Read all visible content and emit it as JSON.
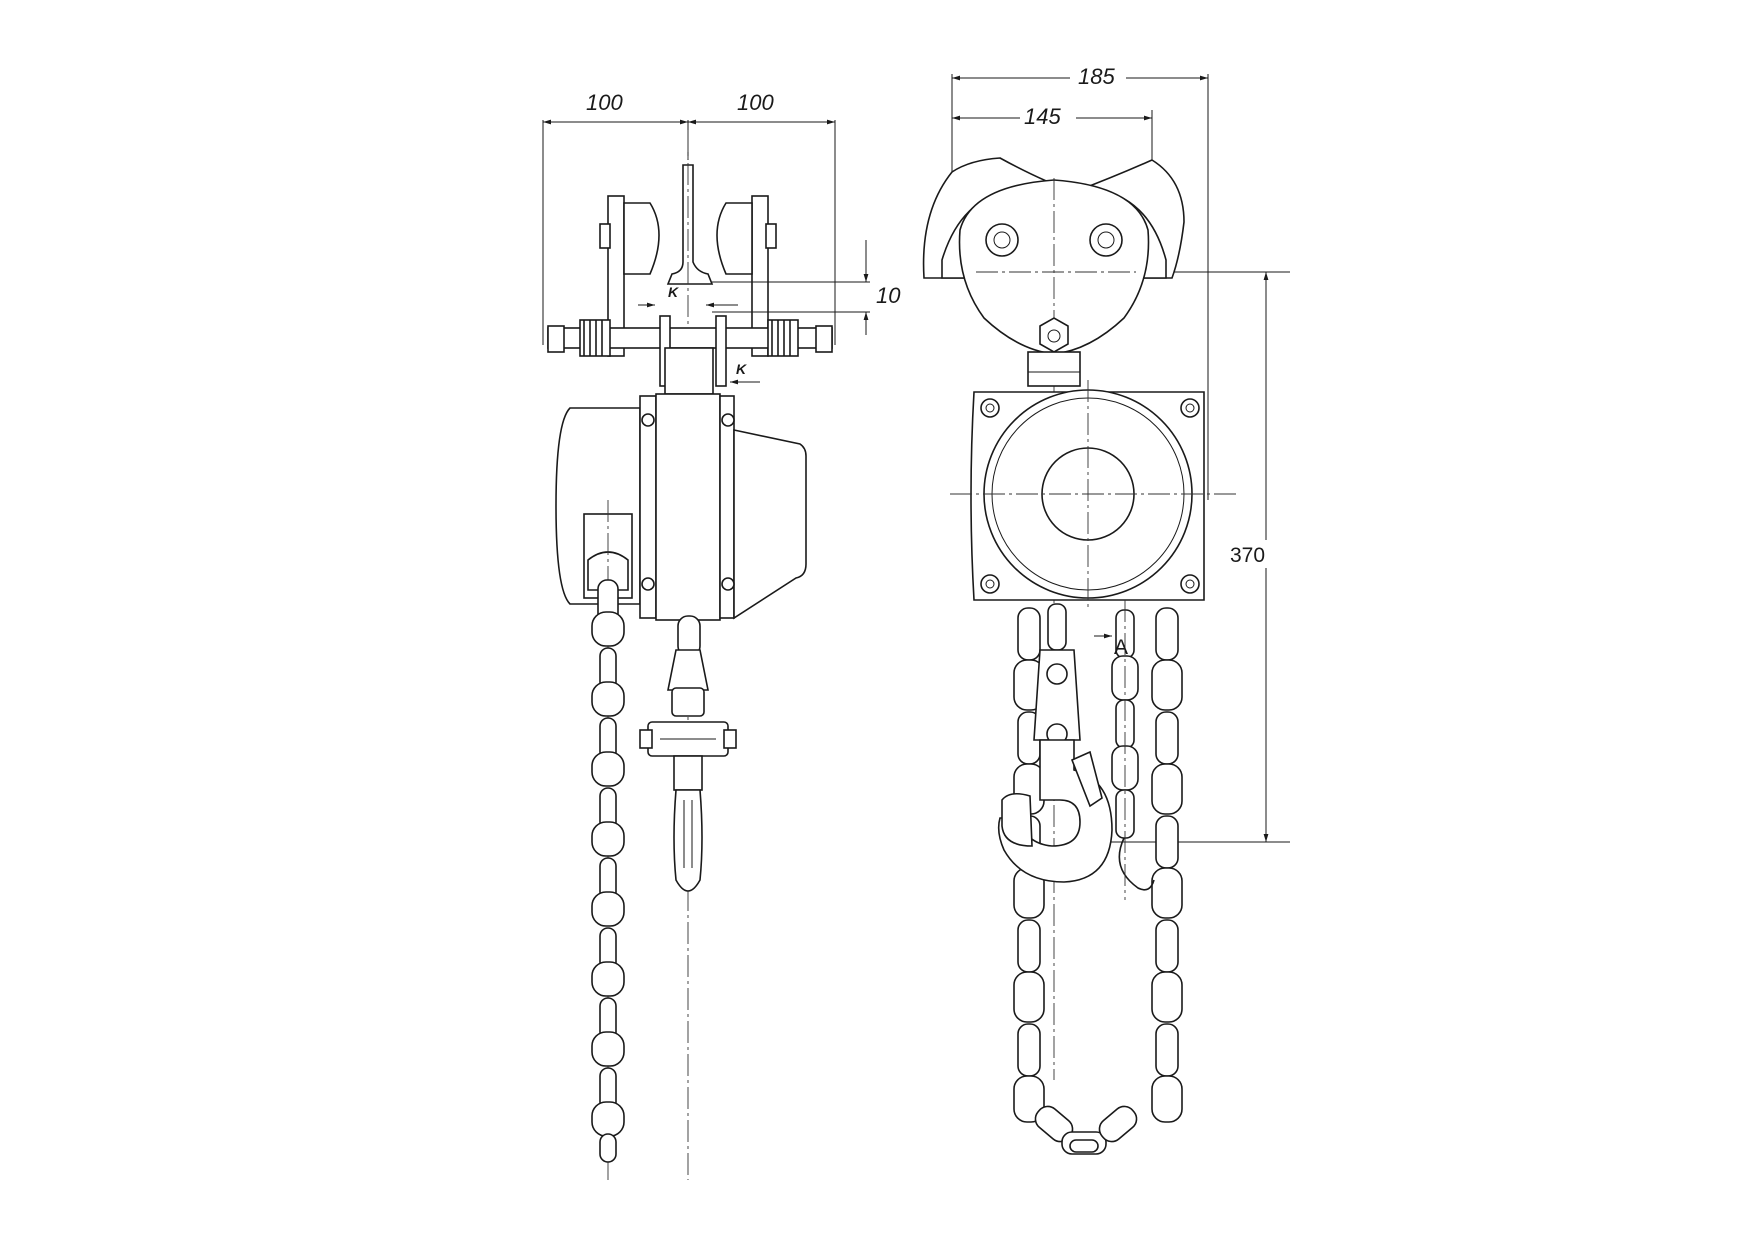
{
  "dimensions": {
    "left_width_a": "100",
    "left_width_b": "100",
    "clearance": "10",
    "gap_label_top": "K",
    "gap_label_bottom": "K",
    "right_width_outer": "185",
    "right_width_inner": "145",
    "height": "370",
    "section_label": "A"
  },
  "colors": {
    "line": "#1a1a1a",
    "background": "#ffffff"
  }
}
